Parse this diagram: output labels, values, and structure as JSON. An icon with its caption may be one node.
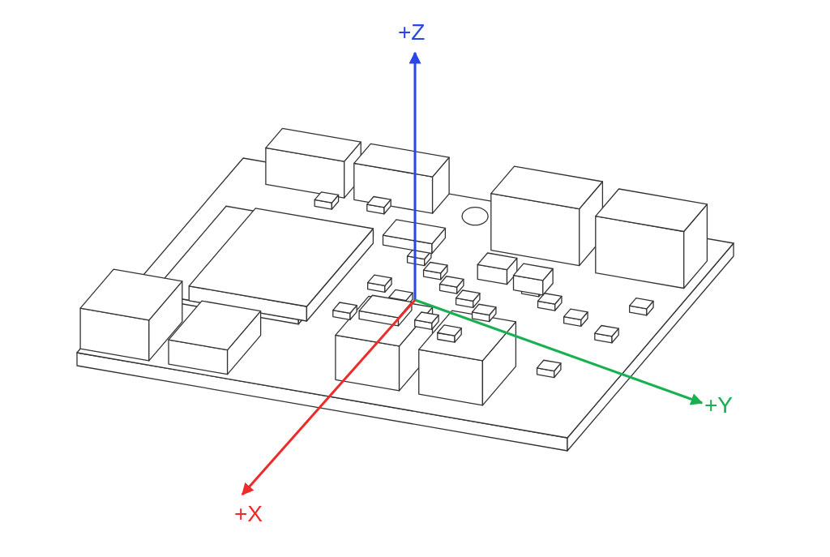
{
  "diagram": {
    "labels": [
      "+Z",
      "+Y",
      "+X"
    ]
  }
}
